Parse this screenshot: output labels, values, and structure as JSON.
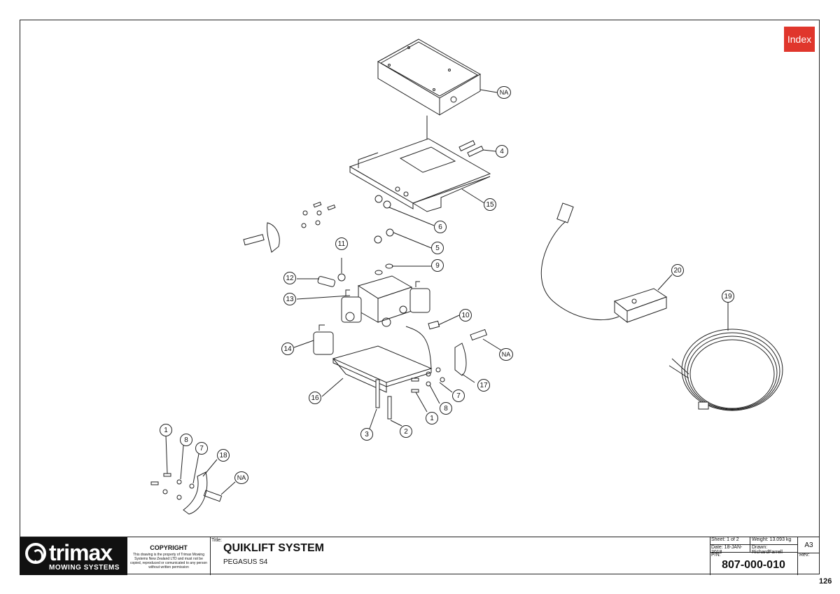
{
  "nav": {
    "index_label": "Index"
  },
  "callouts": {
    "c_na_top": "NA",
    "c_4": "4",
    "c_15": "15",
    "c_6": "6",
    "c_11": "11",
    "c_5": "5",
    "c_9": "9",
    "c_12": "12",
    "c_13": "13",
    "c_10": "10",
    "c_na_mid": "NA",
    "c_14": "14",
    "c_17": "17",
    "c_7a": "7",
    "c_8a": "8",
    "c_1a": "1",
    "c_16": "16",
    "c_3": "3",
    "c_2": "2",
    "c_20": "20",
    "c_19": "19",
    "c_1b": "1",
    "c_8b": "8",
    "c_7b": "7",
    "c_18": "18",
    "c_na_bot": "NA"
  },
  "title_block": {
    "logo_brand": "trimax",
    "logo_sub": "MOWING SYSTEMS",
    "copyright_heading": "COPYRIGHT",
    "copyright_text": "This drawing is the property of Trimax Mowing Systems New Zealand LTD and must not be copied, reproduced or comunicated to any person without written permission",
    "title_label": "Title:",
    "title": "QUIKLIFT SYSTEM",
    "subtitle": "PEGASUS S4",
    "sheet": "Sheet: 1 of 2",
    "weight": "Weight: 13.093 kg",
    "date": "Date: 18-JAN-2018",
    "drawn": "Drawn: RichardFarrell",
    "pin_label": "P/N:",
    "part_number": "807-000-010",
    "size": "A3",
    "rev_label": "Rev:"
  },
  "page_number": "126",
  "colors": {
    "index_button": "#e0362c",
    "logo_bg": "#111111",
    "line": "#222222"
  },
  "icons": {
    "logo_mark": "trimax-swirl-icon"
  }
}
